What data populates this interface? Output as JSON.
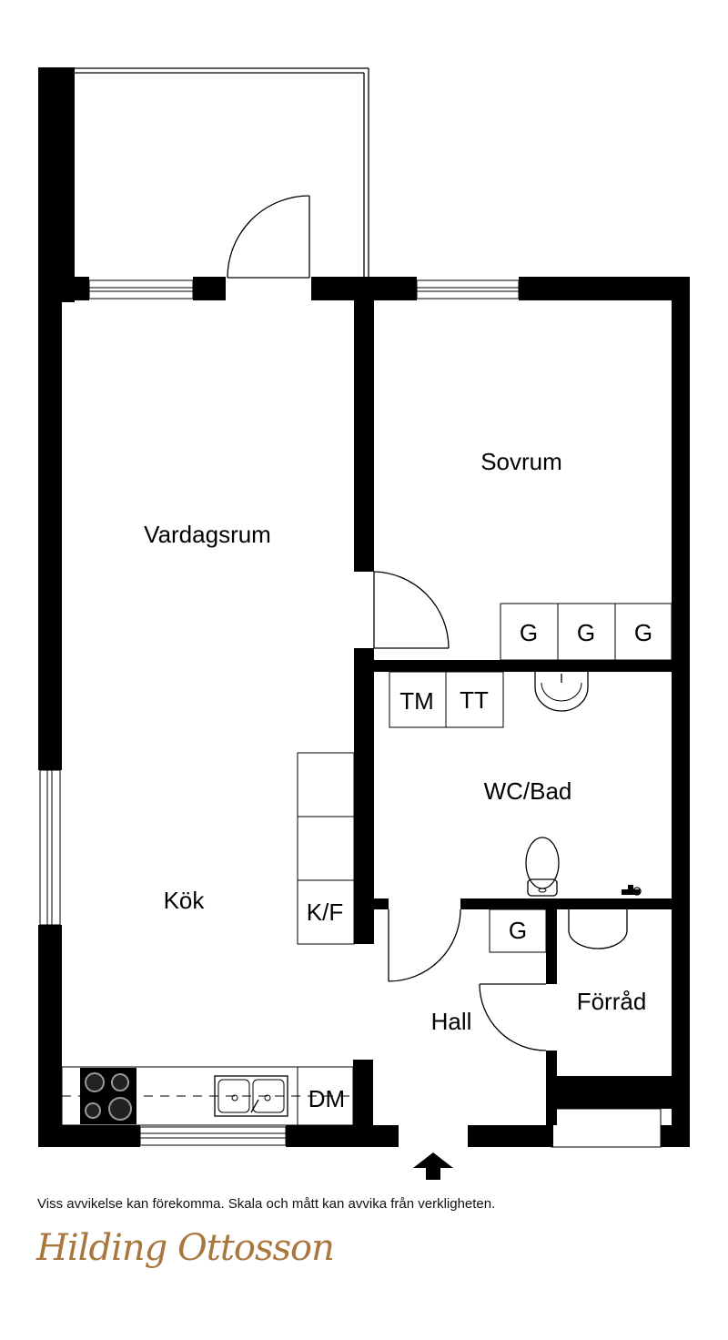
{
  "rooms": {
    "living": "Vardagsrum",
    "bedroom": "Sovrum",
    "bathroom": "WC/Bad",
    "kitchen": "Kök",
    "hall": "Hall",
    "storage": "Förråd"
  },
  "fixtures": {
    "wardrobe": "G",
    "washing_machine": "TM",
    "dryer": "TT",
    "fridge_freezer": "K/F",
    "dishwasher": "DM"
  },
  "footer": {
    "disclaimer": "Viss avvikelse kan förekomma. Skala och mått kan avvika från verkligheten.",
    "brand": "Hilding Ottosson"
  }
}
